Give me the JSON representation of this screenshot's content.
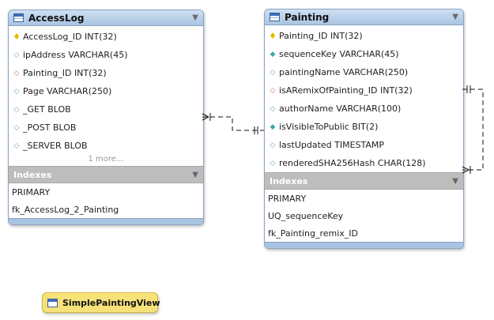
{
  "tables": [
    {
      "name": "AccessLog",
      "columns": [
        {
          "icon": "primary-key-icon",
          "text": "AccessLog_ID INT(32)"
        },
        {
          "icon": "column-icon",
          "text": "ipAddress VARCHAR(45)"
        },
        {
          "icon": "foreign-key-icon",
          "text": "Painting_ID INT(32)"
        },
        {
          "icon": "column-icon",
          "text": "Page VARCHAR(250)"
        },
        {
          "icon": "column-icon",
          "text": "_GET BLOB"
        },
        {
          "icon": "column-icon",
          "text": "_POST BLOB"
        },
        {
          "icon": "column-icon",
          "text": "_SERVER BLOB"
        }
      ],
      "more": "1 more...",
      "indexes_label": "Indexes",
      "indexes": [
        "PRIMARY",
        "fk_AccessLog_2_Painting"
      ]
    },
    {
      "name": "Painting",
      "columns": [
        {
          "icon": "primary-key-icon",
          "text": "Painting_ID INT(32)"
        },
        {
          "icon": "not-null-column-icon",
          "text": "sequenceKey VARCHAR(45)"
        },
        {
          "icon": "column-icon",
          "text": "paintingName VARCHAR(250)"
        },
        {
          "icon": "foreign-key-icon",
          "text": "isARemixOfPainting_ID INT(32)"
        },
        {
          "icon": "column-icon",
          "text": "authorName VARCHAR(100)"
        },
        {
          "icon": "not-null-column-icon",
          "text": "isVisibleToPublic BIT(2)"
        },
        {
          "icon": "column-icon",
          "text": "lastUpdated TIMESTAMP"
        },
        {
          "icon": "column-icon",
          "text": "renderedSHA256Hash CHAR(128)"
        }
      ],
      "indexes_label": "Indexes",
      "indexes": [
        "PRIMARY",
        "UQ_sequenceKey",
        "fk_Painting_remix_ID"
      ]
    }
  ],
  "view": {
    "name": "SimplePaintingView"
  },
  "colors": {
    "header": "#a9c4e2",
    "indexes": "#bdbdbd",
    "view": "#f7e27a"
  }
}
